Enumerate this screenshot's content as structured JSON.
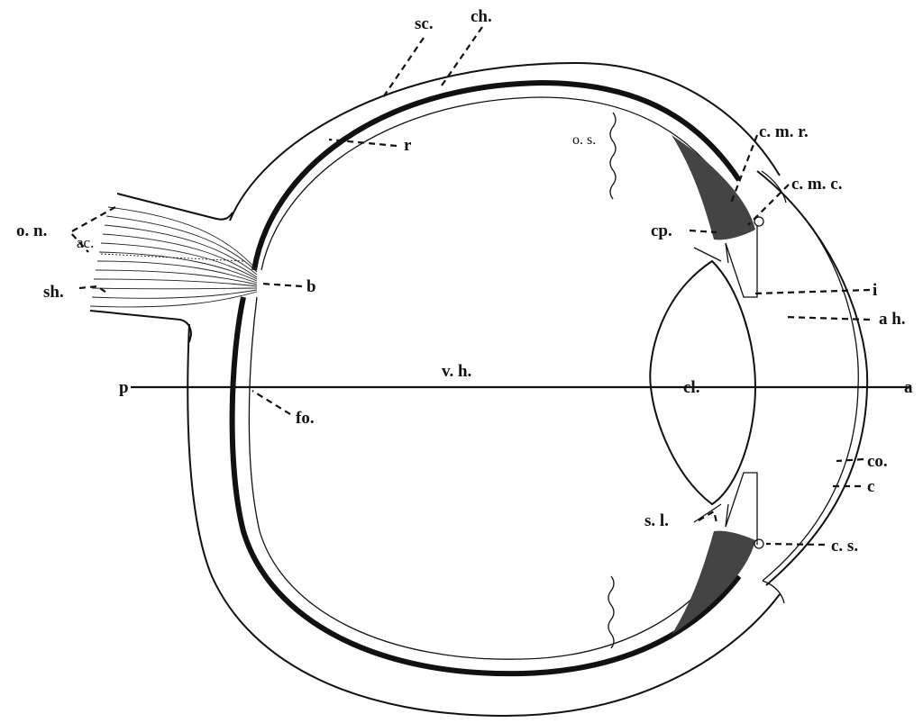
{
  "labels": {
    "sc": "sc.",
    "ch": "ch.",
    "r": "r",
    "os_top": "o. s.",
    "cmr": "c. m. r.",
    "cmc": "c. m. c.",
    "on": "o. n.",
    "ac": "ac.",
    "sh": "sh.",
    "b": "b",
    "cp": "cp.",
    "i": "i",
    "ah": "a h.",
    "p": "p",
    "vh": "v. h.",
    "cl": "cl.",
    "a": "a",
    "fo": "fo.",
    "co": "co.",
    "c": "c",
    "sl": "s. l.",
    "cs": "c. s."
  },
  "colors": {
    "ink": "#111111",
    "paper": "#ffffff"
  }
}
